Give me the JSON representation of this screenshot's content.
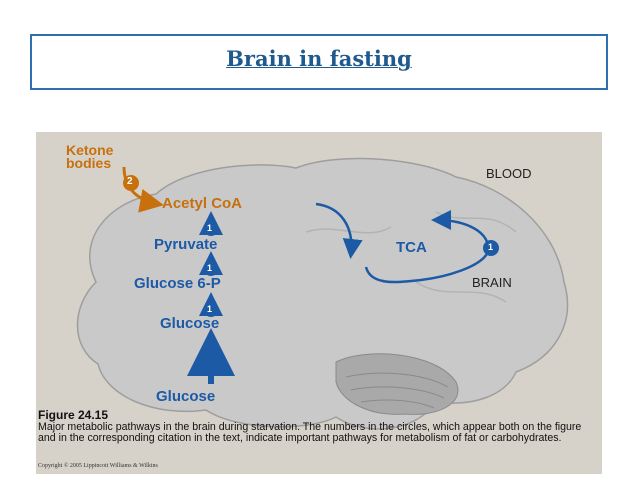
{
  "title": "Brain in fasting",
  "figure": {
    "labels": {
      "ketone": [
        "Ketone",
        "bodies"
      ],
      "blood": "BLOOD",
      "brain": "BRAIN",
      "acetyl_coa": "Acetyl CoA",
      "pyruvate": "Pyruvate",
      "glucose6p": "Glucose 6-P",
      "glucose_inside": "Glucose",
      "glucose_outside": "Glucose",
      "tca": "TCA"
    },
    "markers": {
      "ketone_step": "2",
      "pyruvate_step": "1",
      "glucose6p_step": "1",
      "glucose_step": "1",
      "tca_step": "1"
    },
    "caption": {
      "figure_number": "Figure 24.15",
      "text": "Major metabolic pathways in the brain during starvation. The numbers in the circles, which appear both on the figure and in the corresponding citation in the text, indicate important pathways for metabolism of fat or carbohydrates."
    },
    "copyright": "Copyright © 2005 Lippincott Williams & Wilkins"
  },
  "colors": {
    "accent_blue": "#1d5aa6",
    "ketone_orange": "#c7700d",
    "title_blue": "#1f5a8f",
    "brain_gray": "#c9c9c9"
  }
}
